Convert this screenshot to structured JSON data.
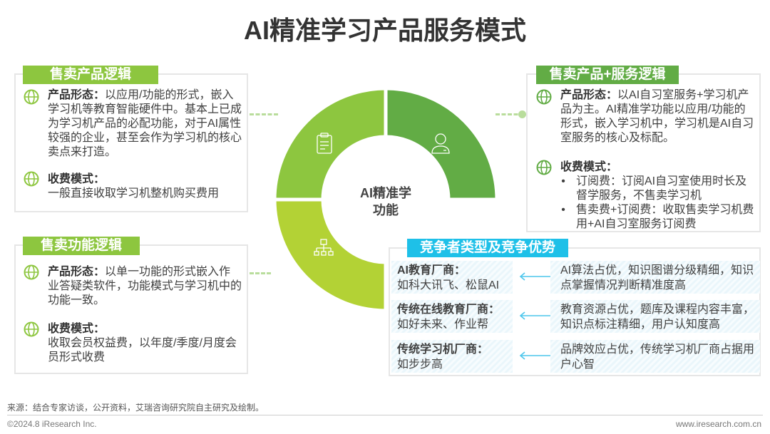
{
  "title": "AI精准学习产品服务模式",
  "center_label": [
    "AI精准学",
    "功能"
  ],
  "colors": {
    "green_light": "#8dc63f",
    "green_dark": "#62ac45",
    "yellow_green": "#b3d235",
    "cyan": "#1ec0e8"
  },
  "sell_product": {
    "header": "售卖产品逻辑",
    "form_label": "产品形态：",
    "form_text": "以应用/功能的形式，嵌入学习机等教育智能硬件中。基本上已成为学习机产品的必配功能，对于AI属性较强的企业，甚至会作为学习机的核心卖点来打造。",
    "fee_label": "收费模式：",
    "fee_text": "一般直接收取学习机整机购买费用"
  },
  "sell_function": {
    "header": "售卖功能逻辑",
    "form_label": "产品形态：",
    "form_text": "以单一功能的形式嵌入作业答疑类软件，功能模式与学习机中的功能一致。",
    "fee_label": "收费模式：",
    "fee_text": "收取会员权益费，以年度/季度/月度会员形式收费"
  },
  "sell_product_service": {
    "header": "售卖产品+服务逻辑",
    "form_label": "产品形态：",
    "form_text": "以AI自习室服务+学习机产品为主。AI精准学功能以应用/功能的形式，嵌入学习机中，学习机是AI自习室服务的核心及标配。",
    "fee_label": "收费模式：",
    "fee_items": [
      "订阅费：订阅AI自习室使用时长及督学服务，不售卖学习机",
      "售卖费+订阅费：收取售卖学习机费用+AI自习室服务订阅费"
    ]
  },
  "competitors": {
    "header": "竞争者类型及竞争优势",
    "rows": [
      {
        "type": "AI教育厂商：",
        "examples": "如科大讯飞、松鼠AI",
        "advantage": "AI算法占优，知识图谱分级精细，知识点掌握情况判断精准度高"
      },
      {
        "type": "传统在线教育厂商：",
        "examples": "如好未来、作业帮",
        "advantage": "教育资源占优，题库及课程内容丰富，知识点标注精细，用户认知度高"
      },
      {
        "type": "传统学习机厂商：",
        "examples": "如步步高",
        "advantage": "品牌效应占优，传统学习机厂商占据用户心智"
      }
    ]
  },
  "footer": {
    "source": "来源：结合专家访谈，公开资料，艾瑞咨询研究院自主研究及绘制。",
    "copyright": "©2024.8 iResearch Inc.",
    "url": "www.iresearch.com.cn"
  }
}
